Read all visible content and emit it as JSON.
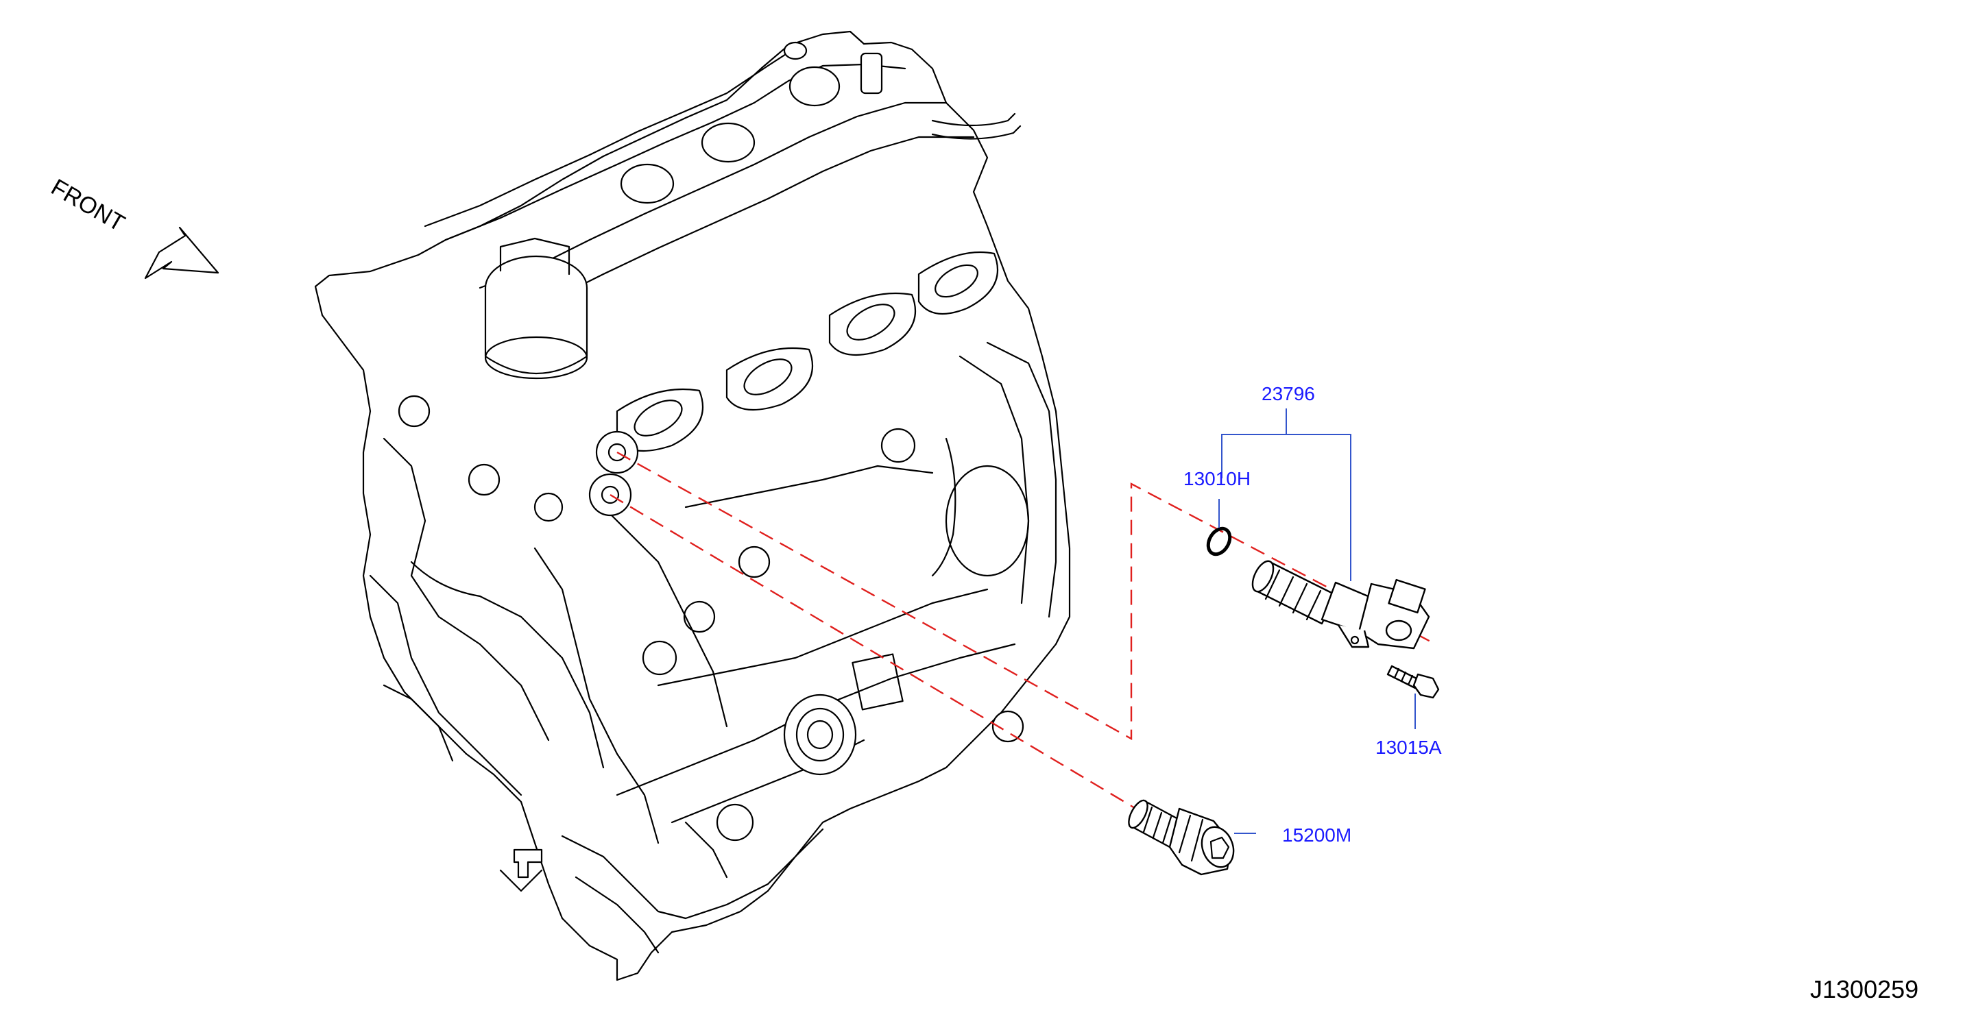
{
  "diagram": {
    "front_label": "FRONT",
    "reference_code": "J1300259",
    "callouts": {
      "assembly": "23796",
      "o_ring": "13010H",
      "bolt": "13015A",
      "filter": "15200M"
    },
    "colors": {
      "callout_text": "#1a1aff",
      "leader_line": "#3355cc",
      "dashed_line": "#e0201e",
      "line_art": "#000000"
    }
  }
}
